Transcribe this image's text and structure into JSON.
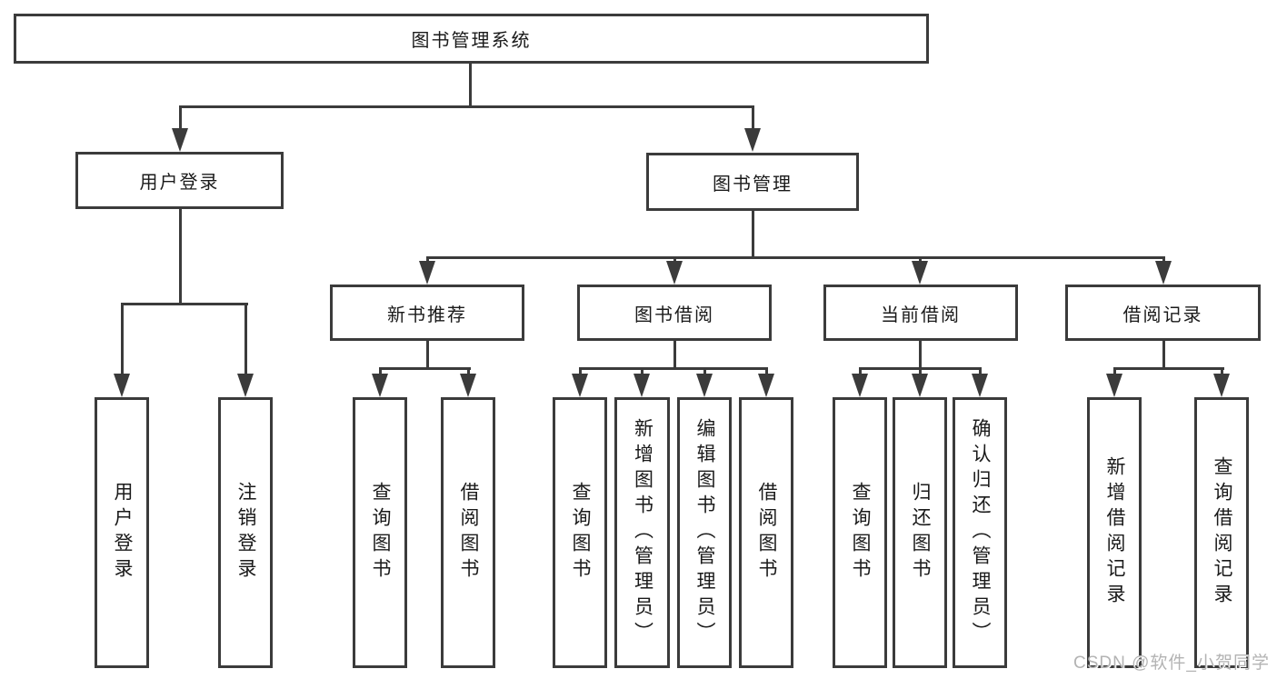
{
  "tree": {
    "root": {
      "label": "图书管理系统"
    },
    "children": [
      {
        "label": "用户登录",
        "children": [
          {
            "label": "用户登录"
          },
          {
            "label": "注销登录"
          }
        ]
      },
      {
        "label": "图书管理",
        "children": [
          {
            "label": "新书推荐",
            "children": [
              {
                "label": "查询图书"
              },
              {
                "label": "借阅图书"
              }
            ]
          },
          {
            "label": "图书借阅",
            "children": [
              {
                "label": "查询图书"
              },
              {
                "label": "新增图书（管理员）"
              },
              {
                "label": "编辑图书（管理员）"
              },
              {
                "label": "借阅图书"
              }
            ]
          },
          {
            "label": "当前借阅",
            "children": [
              {
                "label": "查询图书"
              },
              {
                "label": "归还图书"
              },
              {
                "label": "确认归还（管理员）"
              }
            ]
          },
          {
            "label": "借阅记录",
            "children": [
              {
                "label": "新增借阅记录"
              },
              {
                "label": "查询借阅记录"
              }
            ]
          }
        ]
      }
    ]
  },
  "watermark": "CSDN @软件_小贺同学",
  "colors": {
    "line": "#3b3b3b",
    "text": "#1a1a1a",
    "background": "#ffffff",
    "watermark": "#b3b3b3"
  }
}
